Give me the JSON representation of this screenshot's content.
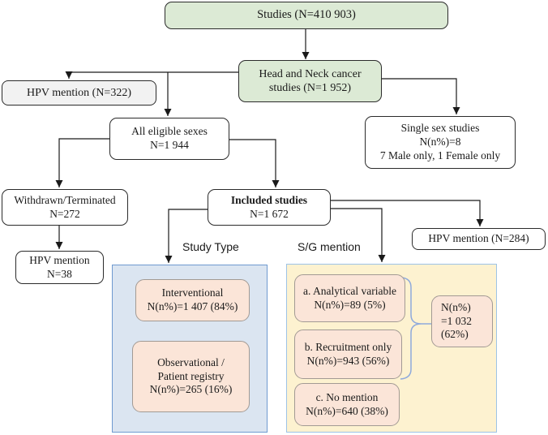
{
  "diagram_type": "study-flowchart",
  "nodes": {
    "studies": {
      "text": "Studies (N=410 903)"
    },
    "hnc": {
      "text": "Head and Neck cancer\nstudies (N=1 952)"
    },
    "hpv_322": {
      "text": "HPV mention (N=322)"
    },
    "all_eligible": {
      "text": "All eligible sexes\nN=1 944"
    },
    "single_sex": {
      "text": "Single sex studies\nN(n%)=8\n7 Male only, 1 Female only"
    },
    "withdrawn": {
      "text": "Withdrawn/Terminated\nN=272"
    },
    "included": {
      "title": "Included studies",
      "subtitle": "N=1 672"
    },
    "hpv_38": {
      "text": "HPV mention\nN=38"
    },
    "hpv_284": {
      "text": "HPV mention (N=284)"
    },
    "interventional": {
      "text": "Interventional\nN(n%)=1 407 (84%)"
    },
    "observational": {
      "text": "Observational /\nPatient registry\nN(n%)=265 (16%)"
    },
    "analytical": {
      "text": "a. Analytical variable\nN(n%)=89 (5%)"
    },
    "recruitment": {
      "text": "b. Recruitment only\nN(n%)=943 (56%)"
    },
    "no_mention": {
      "text": "c. No mention\nN(n%)=640 (38%)"
    },
    "combined": {
      "text": "N(n%)\n=1 032\n(62%)"
    }
  },
  "labels": {
    "study_type": "Study Type",
    "sg_mention": "S/G mention"
  },
  "colors": {
    "green_box": "#dcead5",
    "gray_box": "#f2f2f2",
    "white_box": "#ffffff",
    "peach_box": "#fbe5d8",
    "blue_panel_fill": "#dbe5f1",
    "blue_panel_border": "#6f9ad0",
    "yellow_panel_fill": "#fdf2d0",
    "yellow_panel_border": "#9dc3e6",
    "brace": "#8faadc",
    "line": "#1a1a1a"
  }
}
